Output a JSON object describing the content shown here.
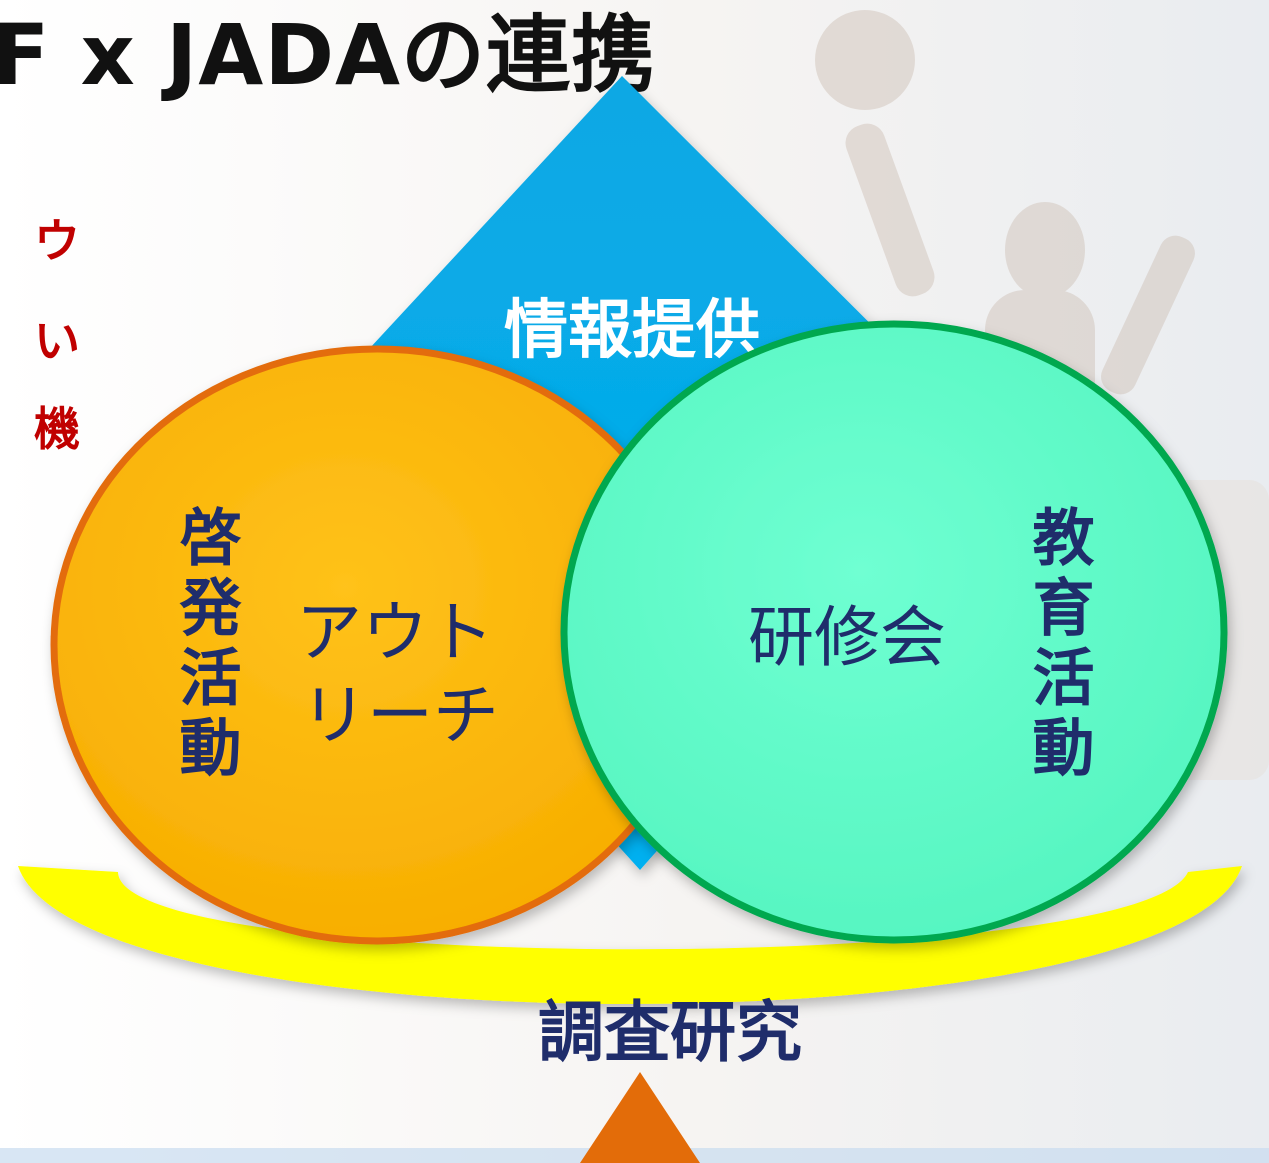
{
  "title": "F x JADAの連携",
  "side_text": [
    "ウ",
    "い",
    "機"
  ],
  "diagram": {
    "top_label": "情報提供",
    "left_circle": {
      "vertical_label": "啓発活動",
      "inner_lines": [
        "アウト",
        "リーチ"
      ]
    },
    "right_circle": {
      "vertical_label": "教育活動",
      "inner_label": "研修会"
    },
    "base_label": "調査研究"
  },
  "colors": {
    "diamond": "#05b0ec",
    "left_circle": "#fdb600",
    "left_circle_border": "#e36c09",
    "right_circle": "#66ffcc",
    "right_circle_border": "#00a84f",
    "arc": "#ffff00",
    "label_text": "#1f2d6b",
    "fulcrum": "#e36c09",
    "side_text": "#c00000"
  }
}
